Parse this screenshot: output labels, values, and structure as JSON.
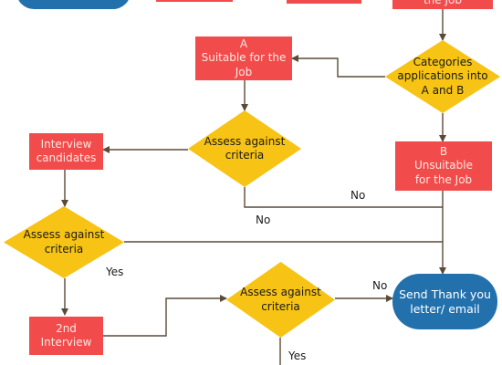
{
  "diagram": {
    "nodes": {
      "start": {
        "label": ""
      },
      "top_rect_1": {
        "label": ""
      },
      "top_rect_2": {
        "label": ""
      },
      "top_rect_3": {
        "label": "the Job"
      },
      "categorise": {
        "label": "Categories\napplications into\nA and B"
      },
      "suitable_a": {
        "label": "A\nSuitable for the\nJob"
      },
      "unsuitable_b": {
        "label": "B\nUnsuitable\nfor the Job"
      },
      "assess_1": {
        "label": "Assess against\ncriteria"
      },
      "interview": {
        "label": "Interview\ncandidates"
      },
      "assess_2": {
        "label": "Assess against\ncriteria"
      },
      "second_interview": {
        "label": "2nd\nInterview"
      },
      "assess_3": {
        "label": "Assess against\ncriteria"
      },
      "thank_you": {
        "label": "Send Thank you\nletter/ email"
      }
    },
    "edge_labels": {
      "no_1": "No",
      "no_2": "No",
      "yes_1": "Yes",
      "no_3": "No",
      "yes_2": "Yes"
    },
    "colors": {
      "process": "#f24b4b",
      "decision": "#f7c314",
      "terminal": "#2271ad",
      "connector": "#5a4a38"
    }
  }
}
